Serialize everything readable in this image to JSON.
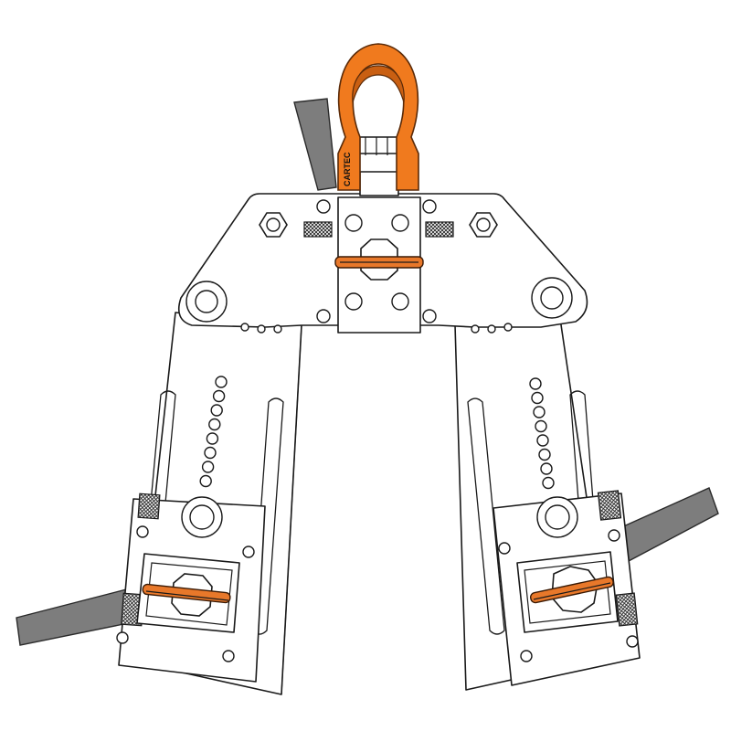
{
  "figure": {
    "lifting_eye_marking": "CARTEC",
    "colors": {
      "lifting_eye": "#f07a1e",
      "clamp_pins": "#e8782a",
      "sheet_blades": "#7d7d7d",
      "linework": "#1a1a1a",
      "background": "#ffffff"
    },
    "adjustment_holes_per_arm": 8,
    "grip_pads": "cross-hatched"
  }
}
